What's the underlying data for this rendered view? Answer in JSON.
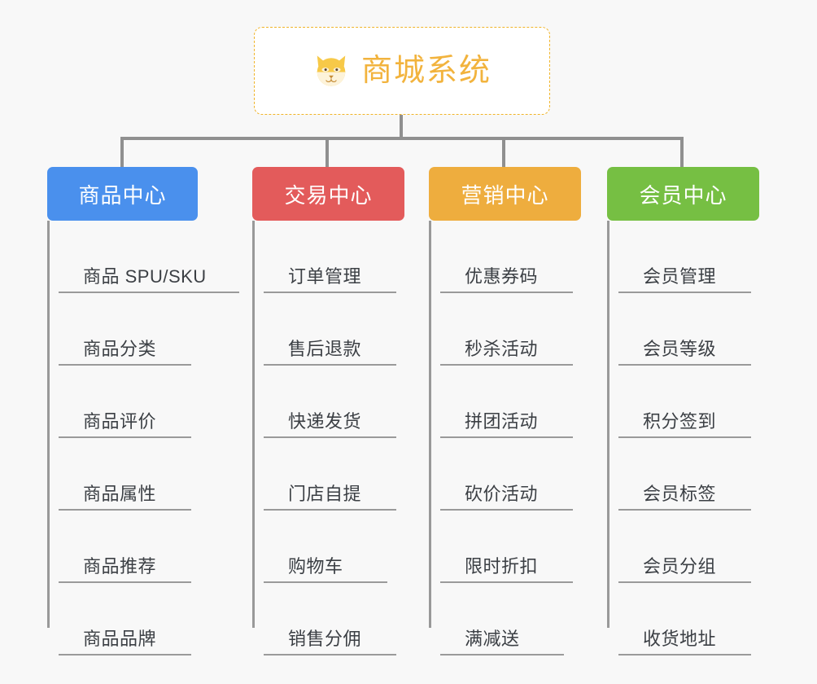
{
  "root": {
    "title": "商城系统",
    "icon": "shiba-dog-icon",
    "border_color": "#f0b429",
    "text_color": "#f2b33d",
    "background": "#ffffff"
  },
  "canvas": {
    "background": "#f8f8f8",
    "connector_color": "#909090"
  },
  "columns": [
    {
      "id": "product-center",
      "label": "商品中心",
      "color": "#4a90ed",
      "items": [
        {
          "label": "商品 SPU/SKU",
          "width": "u-lg"
        },
        {
          "label": "商品分类",
          "width": "u-md"
        },
        {
          "label": "商品评价",
          "width": "u-md"
        },
        {
          "label": "商品属性",
          "width": "u-md"
        },
        {
          "label": "商品推荐",
          "width": "u-md"
        },
        {
          "label": "商品品牌",
          "width": "u-md"
        }
      ]
    },
    {
      "id": "trade-center",
      "label": "交易中心",
      "color": "#e35b5b",
      "items": [
        {
          "label": "订单管理",
          "width": "u-md"
        },
        {
          "label": "售后退款",
          "width": "u-md"
        },
        {
          "label": "快递发货",
          "width": "u-md"
        },
        {
          "label": "门店自提",
          "width": "u-md"
        },
        {
          "label": "购物车",
          "width": "u-sm"
        },
        {
          "label": "销售分佣",
          "width": "u-md"
        }
      ]
    },
    {
      "id": "marketing-center",
      "label": "营销中心",
      "color": "#eead3e",
      "items": [
        {
          "label": "优惠券码",
          "width": "u-md"
        },
        {
          "label": "秒杀活动",
          "width": "u-md"
        },
        {
          "label": "拼团活动",
          "width": "u-md"
        },
        {
          "label": "砍价活动",
          "width": "u-md"
        },
        {
          "label": "限时折扣",
          "width": "u-md"
        },
        {
          "label": "满减送",
          "width": "u-sm"
        }
      ]
    },
    {
      "id": "member-center",
      "label": "会员中心",
      "color": "#76bf43",
      "items": [
        {
          "label": "会员管理",
          "width": "u-md"
        },
        {
          "label": "会员等级",
          "width": "u-md"
        },
        {
          "label": "积分签到",
          "width": "u-md"
        },
        {
          "label": "会员标签",
          "width": "u-md"
        },
        {
          "label": "会员分组",
          "width": "u-md"
        },
        {
          "label": "收货地址",
          "width": "u-md"
        }
      ]
    }
  ]
}
